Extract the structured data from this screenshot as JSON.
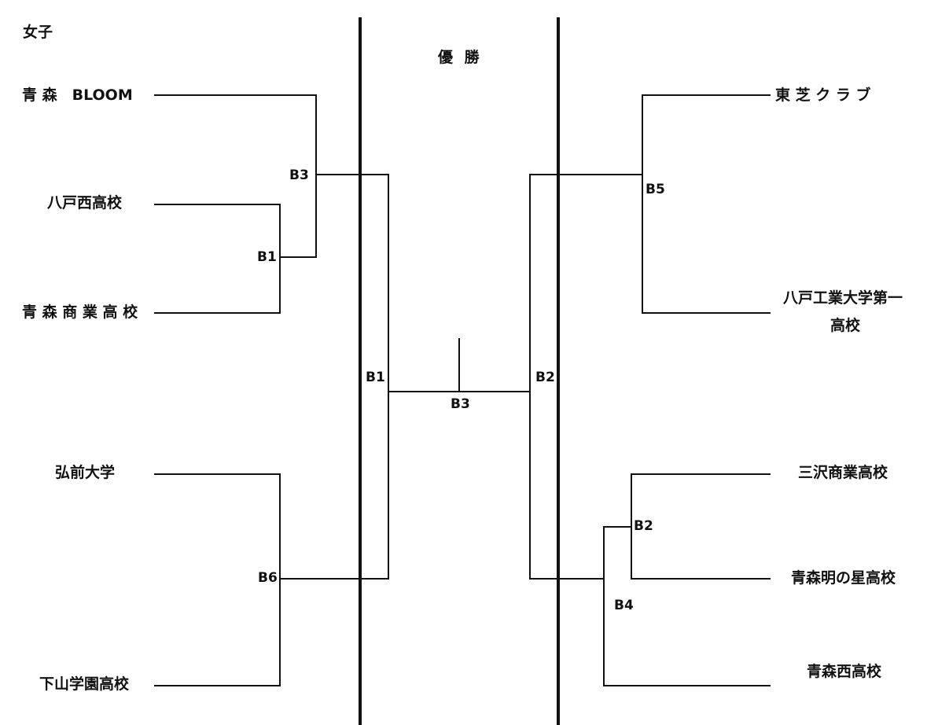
{
  "category": "女子",
  "title": "優 勝",
  "left_teams": [
    "青 森　BLOOM",
    "八戸西高校",
    "青 森 商 業 高 校",
    "弘前大学",
    "下山学園高校"
  ],
  "right_teams": [
    "東 芝 ク ラ ブ",
    "八戸工業大学第一",
    "高校",
    "三沢商業高校",
    "青森明の星高校",
    "青森西高校"
  ],
  "match_codes": {
    "left_b3": "B3",
    "left_b1": "B1",
    "left_b6": "B6",
    "center_left_b1": "B1",
    "center_right_b2": "B2",
    "final_b3": "B3",
    "right_b5": "B5",
    "right_b2": "B2",
    "right_b4": "B4"
  }
}
